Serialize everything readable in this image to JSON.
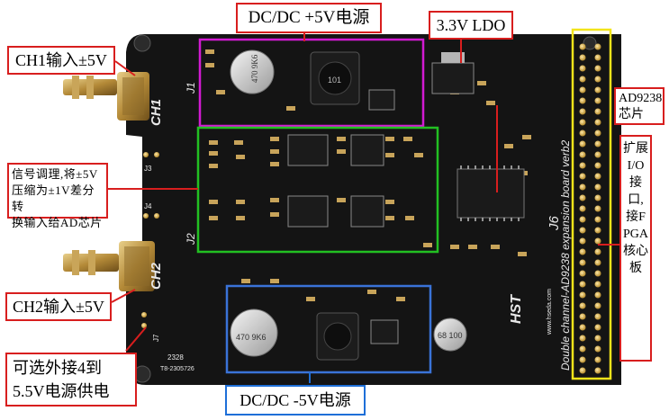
{
  "labels": {
    "dcdc_pos": "DC/DC +5V电源",
    "ldo": "3.3V LDO",
    "ch1": "CH1输入±5V",
    "ad_chip_line1": "AD9238",
    "ad_chip_line2": "芯片",
    "signal_line1": "信号调理,将±5V",
    "signal_line2": "压缩为±1V差分转",
    "signal_line3": "换输入给AD芯片",
    "io_vertical": "扩展I/O接口,接FPGA核心板",
    "ch2": "CH2输入±5V",
    "ext_line1": "可选外接4到",
    "ext_line2": "5.5V电源供电",
    "dcdc_neg": "DC/DC -5V电源"
  },
  "board": {
    "silk_ch1": "CH1",
    "silk_j1": "J1",
    "silk_ch2": "CH2",
    "silk_j2": "J2",
    "silk_j6": "J6",
    "silk_j3": "J3",
    "silk_j4": "J4",
    "silk_j7": "J7",
    "silk_title": "Double channel-AD9238 expansion board verb2",
    "silk_site": "www.hseda.com",
    "silk_cap1": "470 9K6",
    "silk_cap2": "470 9K6",
    "silk_cap3": "68 100",
    "silk_inductor": "101",
    "silk_date": "2328",
    "silk_code": "T8-2305726",
    "silk_hst": "HST"
  },
  "colors": {
    "pcb": "#141414",
    "callout_red": "#d81e1e",
    "callout_blue": "#1e6fd8",
    "box_magenta": "#d21ad2",
    "box_green": "#22c022",
    "box_yellow": "#f2e41a",
    "box_blue": "#3a73d8"
  }
}
